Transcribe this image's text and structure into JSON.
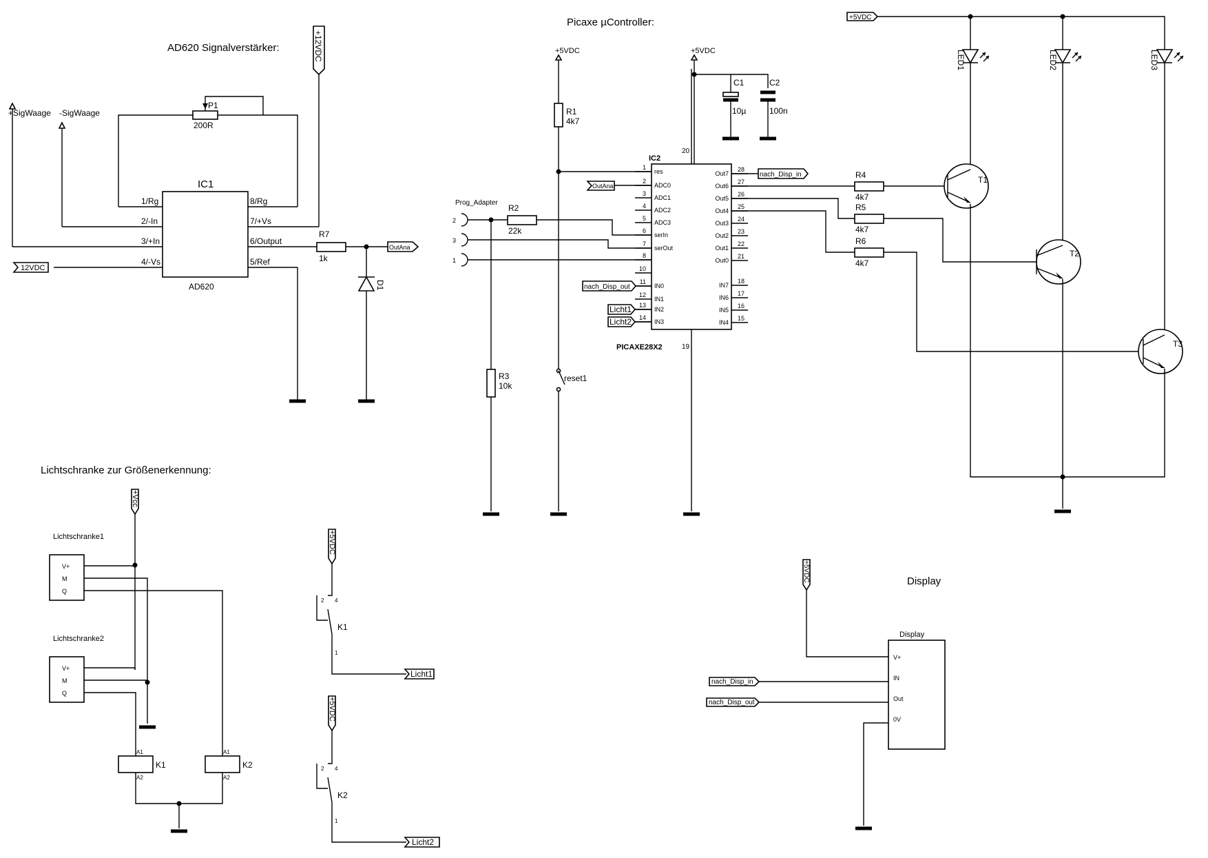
{
  "titles": {
    "ad620": "AD620 Signalverstärker:",
    "picaxe": "Picaxe µController:",
    "licht": "Lichtschranke zur Größenerkennung:",
    "display": "Display"
  },
  "nets": {
    "p5vdc": "+5VDC",
    "p12vdc": "+12VDC",
    "m12vdc": "12VDC",
    "vcc": "+Vcc",
    "sig_pos": "+SigWaage",
    "sig_neg": "-SigWaage",
    "outana": "OutAna",
    "disp_in": "nach_Disp_in",
    "disp_out": "nach_Disp_out",
    "licht1": "Licht1",
    "licht2": "Licht2"
  },
  "ic1": {
    "ref": "IC1",
    "part": "AD620",
    "pins": [
      "1/Rg",
      "2/-In",
      "3/+In",
      "4/-Vs",
      "8/Rg",
      "7/+Vs",
      "6/Output",
      "5/Ref"
    ]
  },
  "ic2": {
    "ref": "IC2",
    "part": "PICAXE28X2",
    "left_names": [
      "res",
      "ADC0",
      "ADC1",
      "ADC2",
      "ADC3",
      "serIn",
      "serOut",
      "",
      "",
      "IN0",
      "IN1",
      "IN2",
      "IN3"
    ],
    "left_numbers": [
      "1",
      "2",
      "3",
      "4",
      "5",
      "6",
      "7",
      "8",
      "10",
      "11",
      "12",
      "13",
      "14"
    ],
    "right_names": [
      "Out7",
      "Out6",
      "Out5",
      "Out4",
      "Out3",
      "Out2",
      "Out1",
      "Out0",
      "IN7",
      "IN6",
      "IN5",
      "IN4"
    ],
    "right_numbers": [
      "28",
      "27",
      "26",
      "25",
      "24",
      "23",
      "22",
      "21",
      "18",
      "17",
      "16",
      "15"
    ],
    "top_pin": "20",
    "bottom_pin": "19"
  },
  "components": {
    "p1": {
      "ref": "P1",
      "value": "200R"
    },
    "r7": {
      "ref": "R7",
      "value": "1k"
    },
    "d1": {
      "ref": "D1"
    },
    "r1": {
      "ref": "R1",
      "value": "4k7"
    },
    "r2": {
      "ref": "R2",
      "value": "22k"
    },
    "r3": {
      "ref": "R3",
      "value": "10k"
    },
    "r4": {
      "ref": "R4",
      "value": "4k7"
    },
    "r5": {
      "ref": "R5",
      "value": "4k7"
    },
    "r6": {
      "ref": "R6",
      "value": "4k7"
    },
    "c1": {
      "ref": "C1",
      "value": "10µ"
    },
    "c2": {
      "ref": "C2",
      "value": "100n"
    },
    "reset": {
      "ref": "reset1"
    },
    "t1": {
      "ref": "T1"
    },
    "t2": {
      "ref": "T2"
    },
    "t3": {
      "ref": "T3"
    },
    "led1": {
      "ref": "LED1"
    },
    "led2": {
      "ref": "LED2"
    },
    "led3": {
      "ref": "LED3"
    },
    "prog": {
      "ref": "Prog_Adapter",
      "pins": [
        "2",
        "3",
        "1"
      ]
    },
    "k1": {
      "ref": "K1"
    },
    "k2": {
      "ref": "K2"
    },
    "relay_pins": [
      "A1",
      "A2"
    ],
    "switch_pins": [
      "2",
      "4",
      "1"
    ]
  },
  "lichtschranke": {
    "ls1": "Lichtschranke1",
    "ls2": "Lichtschranke2",
    "pins": [
      "V+",
      "M",
      "Q"
    ]
  },
  "display_module": {
    "name": "Display",
    "pins": [
      "V+",
      "IN",
      "Out",
      "0V"
    ]
  }
}
